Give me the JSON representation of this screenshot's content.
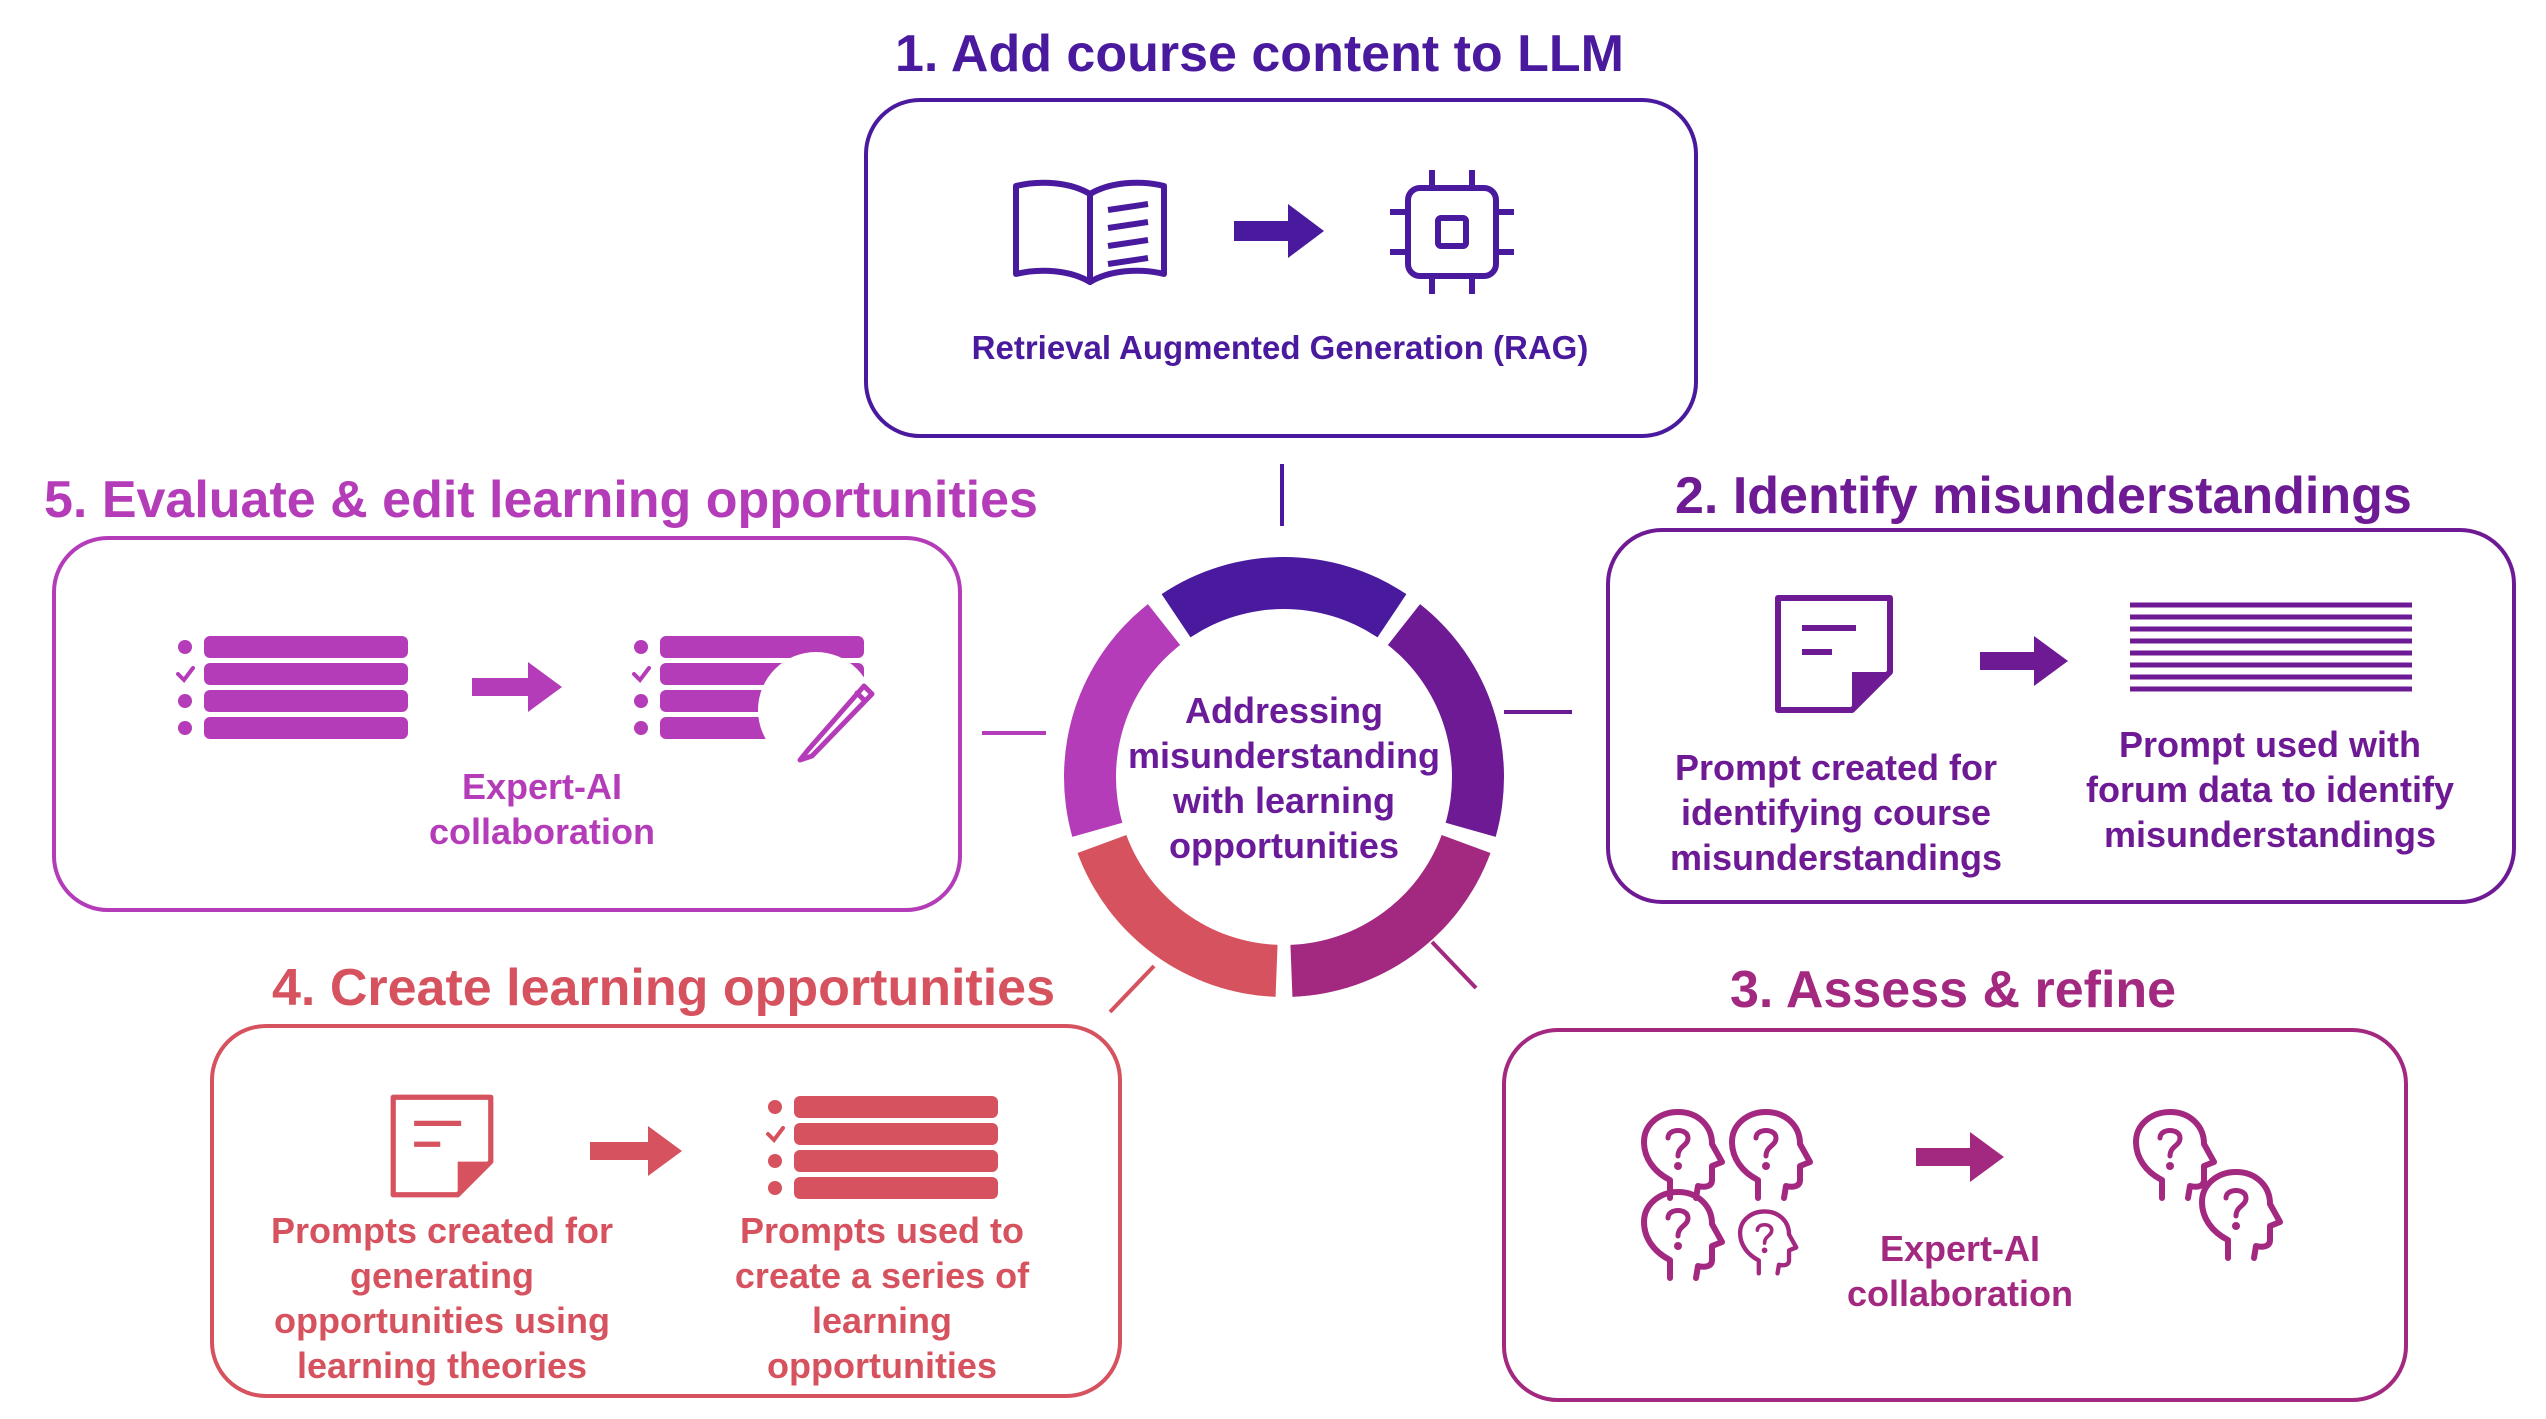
{
  "colors": {
    "stage1": "#4a1a9e",
    "stage2": "#6e1a94",
    "stage3": "#a3287f",
    "stage4": "#d6525e",
    "stage5": "#b53cb8",
    "center_text": "#6a1b9a"
  },
  "center": {
    "text": "Addressing misunderstanding with learning opportunities"
  },
  "stages": {
    "stage1": {
      "title": "1. Add course content to LLM",
      "caption": "Retrieval Augmented Generation (RAG)",
      "icons": [
        "open-book-icon",
        "arrow-right-icon",
        "cpu-chip-icon"
      ]
    },
    "stage2": {
      "title": "2. Identify misunderstandings",
      "left_caption": "Prompt created for identifying course misunderstandings",
      "right_caption": "Prompt used with forum data to identify misunderstandings",
      "icons": [
        "note-document-icon",
        "arrow-right-icon",
        "text-lines-icon"
      ]
    },
    "stage3": {
      "title": "3. Assess & refine",
      "caption": "Expert-AI collaboration",
      "icons": [
        "question-heads-group-icon",
        "arrow-right-icon",
        "question-heads-pair-icon"
      ]
    },
    "stage4": {
      "title": "4. Create learning opportunities",
      "left_caption": "Prompts created for generating opportunities using learning theories",
      "right_caption": "Prompts used to create a series of learning opportunities",
      "icons": [
        "note-document-icon",
        "arrow-right-icon",
        "checklist-icon"
      ]
    },
    "stage5": {
      "title": "5. Evaluate & edit learning opportunities",
      "caption": "Expert-AI collaboration",
      "icons": [
        "checklist-icon",
        "arrow-right-icon",
        "checklist-edit-icon"
      ]
    }
  }
}
